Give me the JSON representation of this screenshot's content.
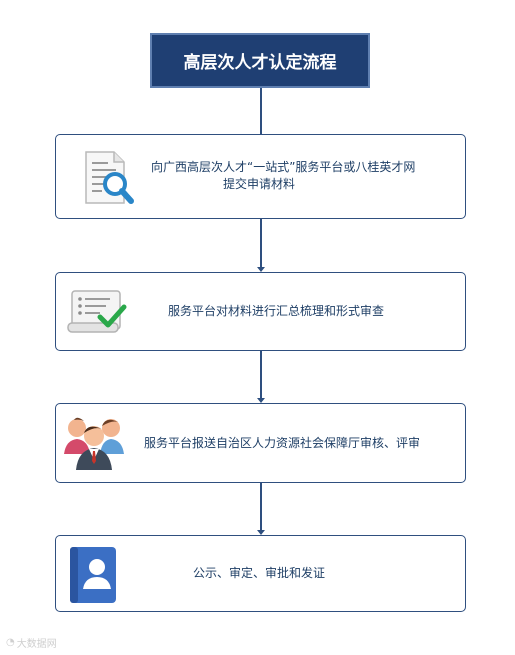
{
  "title": "高层次人才认定流程",
  "steps": [
    {
      "line1": "向广西高层次人才“一站式”服务平台或八桂英才网",
      "line2": "提交申请材料",
      "icon": "document-search-icon"
    },
    {
      "line1": "服务平台对材料进行汇总梳理和形式审查",
      "icon": "checklist-icon"
    },
    {
      "line1": "服务平台报送自治区人力资源社会保障厅审核、评审",
      "icon": "people-group-icon"
    },
    {
      "line1": "公示、审定、审批和发证",
      "icon": "contact-book-icon"
    }
  ],
  "watermark": "大数据网",
  "colors": {
    "title_bg": "#1f3f73",
    "border": "#2f4f7f",
    "text": "#1f3f66"
  }
}
